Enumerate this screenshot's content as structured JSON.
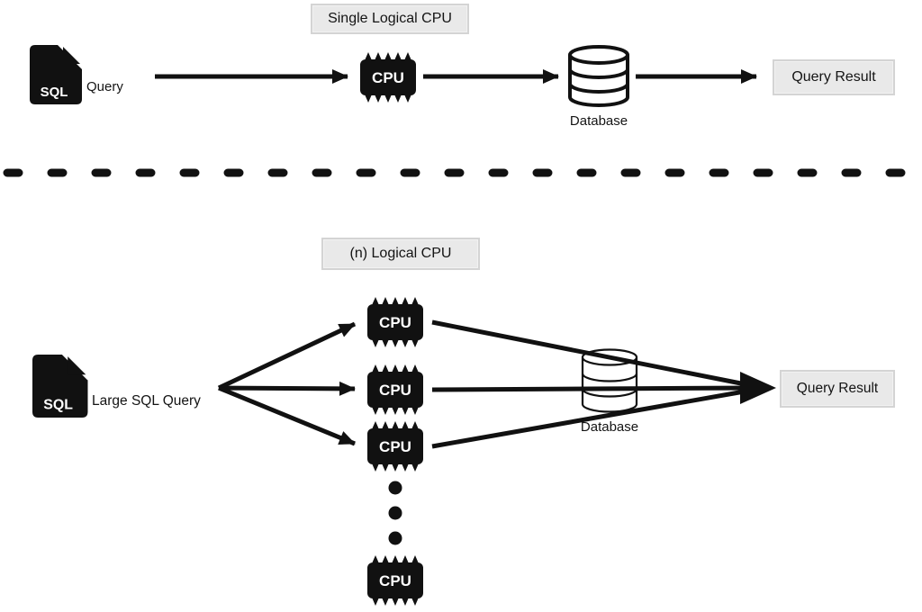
{
  "colors": {
    "ink": "#111111",
    "box_fill": "#e9e9e9",
    "box_border": "#d4d4d4",
    "background": "#ffffff"
  },
  "top": {
    "title": "Single Logical CPU",
    "sql_badge": "SQL",
    "source_label": "Query",
    "cpu_label": "CPU",
    "database_label": "Database",
    "result_label": "Query Result"
  },
  "bottom": {
    "title": "(n) Logical CPU",
    "sql_badge": "SQL",
    "source_label": "Large SQL Query",
    "cpu_labels": [
      "CPU",
      "CPU",
      "CPU",
      "CPU"
    ],
    "database_label": "Database",
    "result_label": "Query Result"
  }
}
